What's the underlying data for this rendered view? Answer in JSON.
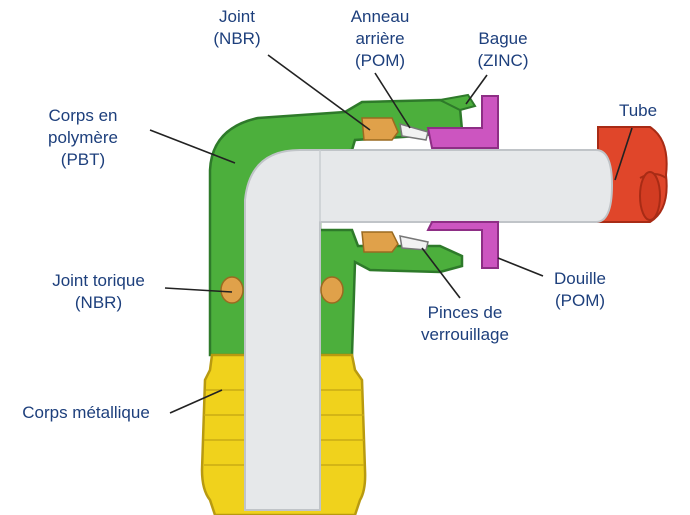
{
  "labels": {
    "joint": [
      "Joint",
      "(NBR)"
    ],
    "anneau": [
      "Anneau",
      "arrière",
      "(POM)"
    ],
    "bague": [
      "Bague",
      "(ZINC)"
    ],
    "tube": [
      "Tube"
    ],
    "corps_polymere": [
      "Corps en",
      "polymère",
      "(PBT)"
    ],
    "joint_torique": [
      "Joint torique",
      "(NBR)"
    ],
    "douille": [
      "Douille",
      "(POM)"
    ],
    "pinces": [
      "Pinces de",
      "verrouillage"
    ],
    "corps_metallique": [
      "Corps métallique"
    ]
  },
  "colors": {
    "polymer_body": "#4caf3c",
    "polymer_outline": "#2e7a2a",
    "metal_body": "#f0d21c",
    "metal_outline": "#b89a10",
    "bore": "#e6e8ea",
    "tube": "#e0462a",
    "sleeve": "#cc55c0",
    "seal": "#e0a14a",
    "label_text": "#1d3f7c",
    "leader": "#222222"
  }
}
